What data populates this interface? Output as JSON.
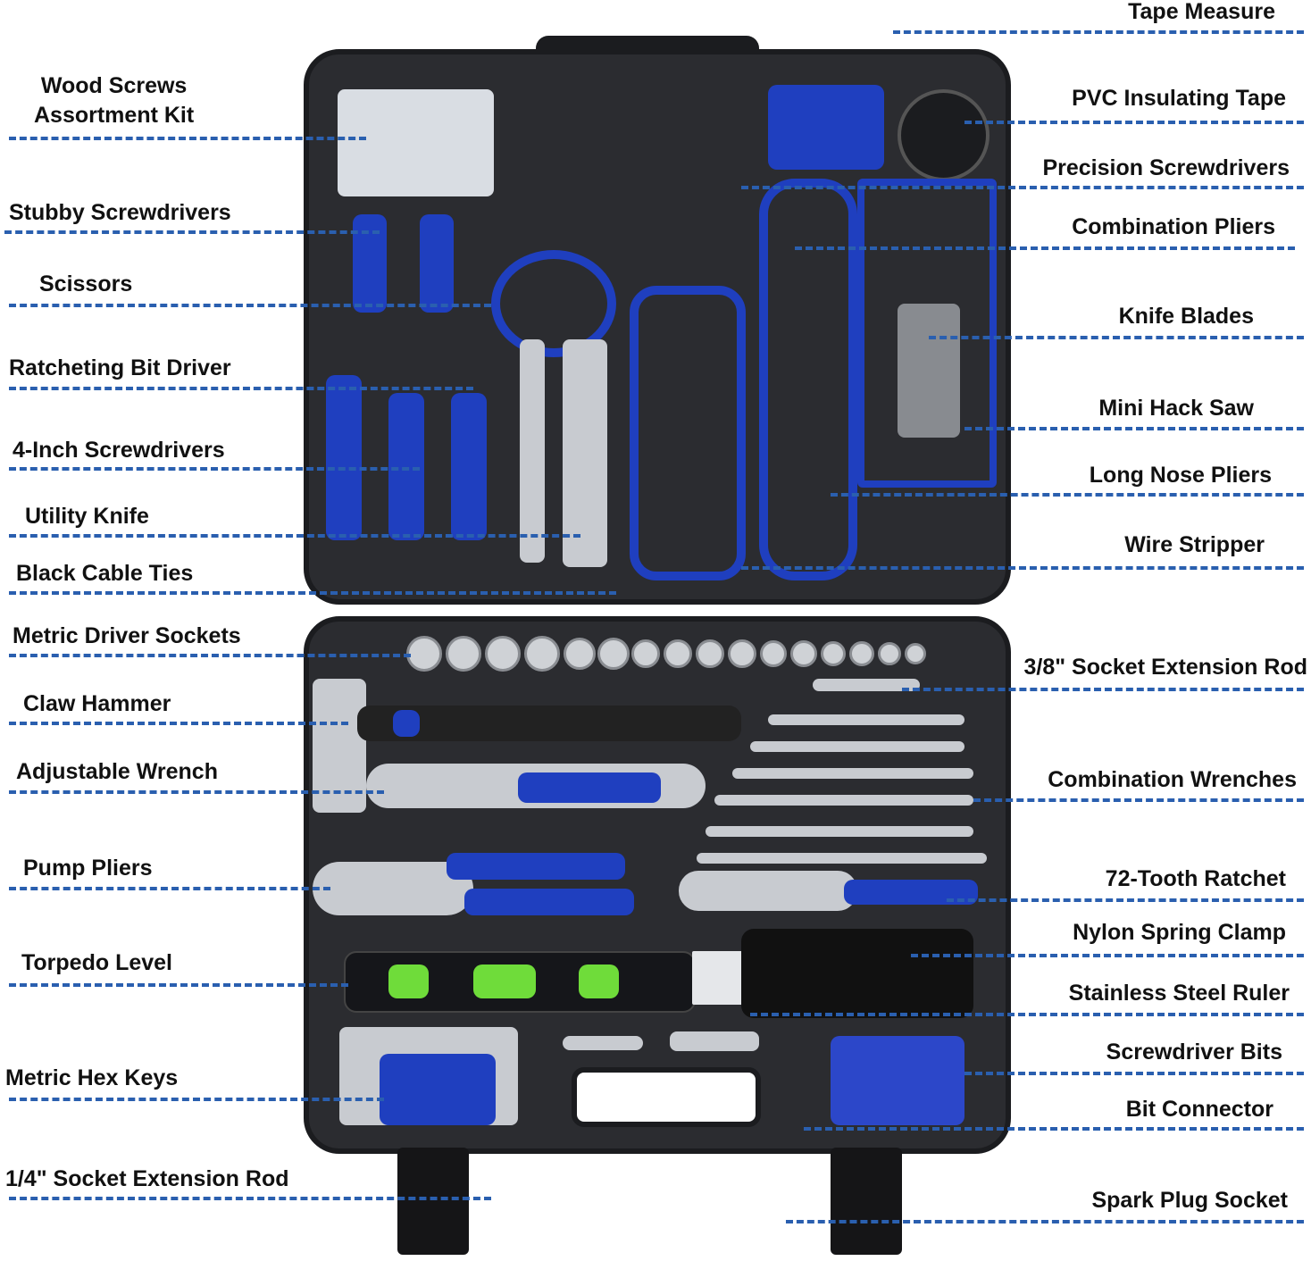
{
  "diagram": {
    "subject": "Tool kit in open carrying case",
    "accent_color": "#2a5faf",
    "left_labels": [
      {
        "text": "Wood Screws\nAssortment Kit"
      },
      {
        "text": "Stubby Screwdrivers"
      },
      {
        "text": "Scissors"
      },
      {
        "text": "Ratcheting Bit Driver"
      },
      {
        "text": "4-Inch Screwdrivers"
      },
      {
        "text": "Utility Knife"
      },
      {
        "text": "Black Cable Ties"
      },
      {
        "text": "Metric Driver Sockets"
      },
      {
        "text": "Claw Hammer"
      },
      {
        "text": "Adjustable Wrench"
      },
      {
        "text": "Pump Pliers"
      },
      {
        "text": "Torpedo Level"
      },
      {
        "text": "Metric Hex Keys"
      },
      {
        "text": "1/4\" Socket Extension Rod"
      }
    ],
    "right_labels": [
      {
        "text": "Tape Measure"
      },
      {
        "text": "PVC Insulating Tape"
      },
      {
        "text": "Precision Screwdrivers"
      },
      {
        "text": "Combination Pliers"
      },
      {
        "text": "Knife Blades"
      },
      {
        "text": "Mini Hack Saw"
      },
      {
        "text": "Long Nose Pliers"
      },
      {
        "text": "Wire Stripper"
      },
      {
        "text": "3/8\" Socket Extension Rod"
      },
      {
        "text": "Combination Wrenches"
      },
      {
        "text": "72-Tooth Ratchet"
      },
      {
        "text": "Nylon Spring Clamp"
      },
      {
        "text": "Stainless Steel Ruler"
      },
      {
        "text": "Screwdriver Bits"
      },
      {
        "text": "Bit Connector"
      },
      {
        "text": "Spark Plug Socket"
      }
    ]
  }
}
